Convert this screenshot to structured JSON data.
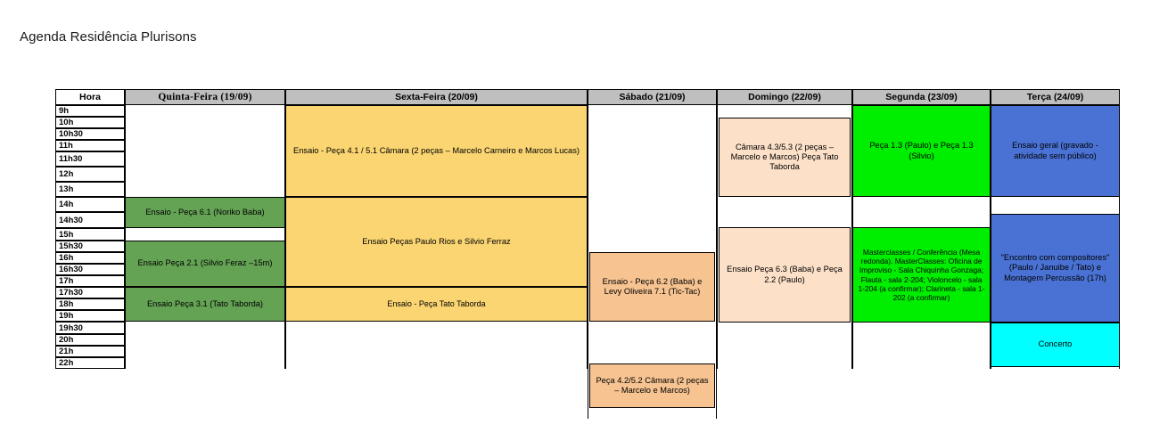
{
  "page": {
    "title": "Agenda Residência Plurisons"
  },
  "table": {
    "hora_header": "Hora",
    "columns": [
      {
        "label": "Quinta-Feira (19/09)",
        "style": "serif"
      },
      {
        "label": "Sexta-Feira (20/09)",
        "style": "sans"
      },
      {
        "label": "Sábado (21/09)",
        "style": "sans"
      },
      {
        "label": "Domingo (22/09)",
        "style": "sans"
      },
      {
        "label": "Segunda (23/09)",
        "style": "sans"
      },
      {
        "label": "Terça (24/09)",
        "style": "sans"
      }
    ],
    "times": [
      "9h",
      "10h",
      "10h30",
      "11h",
      "11h30",
      "12h",
      "13h",
      "14h",
      "14h30",
      "15h",
      "15h30",
      "16h",
      "16h30",
      "17h",
      "17h30",
      "18h",
      "19h",
      "19h30",
      "20h",
      "21h",
      "22h"
    ],
    "events": [
      {
        "id": "sexta-camara-41-51",
        "day": "Sexta-Feira (20/09)",
        "text": "Ensaio - Peça 4.1 / 5.1 Câmara (2 peças – Marcelo Carneiro e Marcos Lucas)",
        "color": "#fad572"
      },
      {
        "id": "domingo-camara-43-53",
        "day": "Domingo (22/09)",
        "text": "Câmara 4.3/5.3 (2 peças – Marcelo e Marcos) Peça Tato Taborda",
        "color": "#fce0c8"
      },
      {
        "id": "segunda-peca-13",
        "day": "Segunda (23/09)",
        "text": "Peça 1.3 (Paulo) e Peça 1.3 (Silvio)",
        "color": "#00ee00"
      },
      {
        "id": "terca-ensaio-geral",
        "day": "Terça (24/09)",
        "text": "Ensaio geral (gravado - atividade sem público)",
        "color": "#4a72d4"
      },
      {
        "id": "quinta-peca-61",
        "day": "Quinta-Feira (19/09)",
        "text": "Ensaio - Peça 6.1 (Noriko Baba)",
        "color": "#64a254"
      },
      {
        "id": "quinta-peca-21",
        "day": "Quinta-Feira (19/09)",
        "text": "Ensaio Peça 2.1 (Silvio Feraz –15m)",
        "color": "#64a254"
      },
      {
        "id": "quinta-peca-31",
        "day": "Quinta-Feira (19/09)",
        "text": "Ensaio Peça 3.1 (Tato Taborda)",
        "color": "#64a254"
      },
      {
        "id": "sexta-paulo-silvio",
        "day": "Sexta-Feira (20/09)",
        "text": "Ensaio Peças Paulo Rios e Silvio Ferraz",
        "color": "#fad572"
      },
      {
        "id": "sexta-tato-taborda",
        "day": "Sexta-Feira (20/09)",
        "text": "Ensaio - Peça Tato Taborda",
        "color": "#fad572"
      },
      {
        "id": "sabado-peca-62",
        "day": "Sábado (21/09)",
        "text": "Ensaio - Peça 6.2 (Baba) e Levy Oliveira 7.1 (Tic-Tac)",
        "color": "#f6c391"
      },
      {
        "id": "sabado-peca-42-52",
        "day": "Sábado (21/09)",
        "text": "Peça 4.2/5.2 Câmara (2 peças – Marcelo e Marcos)",
        "color": "#f6c391"
      },
      {
        "id": "domingo-peca-63",
        "day": "Domingo (22/09)",
        "text": "Ensaio Peça 6.3 (Baba) e Peça 2.2 (Paulo)",
        "color": "#fce0c8"
      },
      {
        "id": "segunda-masterclasses",
        "day": "Segunda (23/09)",
        "text": "Masterclasses / Conferência (Mesa redonda). MasterClasses: Oficina de Improviso - Sala Chiquinha Gonzaga; Flauta - sala 2-204; Violoncelo - sala 1-204 (a confirmar); Clarineta - sala 1-202 (a confirmar)",
        "color": "#00ee00"
      },
      {
        "id": "terca-encontro",
        "day": "Terça (24/09)",
        "text": "\"Encontro com compositores\" (Paulo / Januibe / Tato) e Montagem Percussão (17h)",
        "color": "#4a72d4"
      },
      {
        "id": "terca-concerto",
        "day": "Terça (24/09)",
        "text": "Concerto",
        "color": "#00ffff"
      }
    ]
  },
  "colors": {
    "header_grey": "#bfbfbf",
    "yellow": "#fad572",
    "green_dark": "#64a254",
    "green_bright": "#00ee00",
    "peach_light": "#fce0c8",
    "peach": "#f6c391",
    "blue": "#4a72d4",
    "cyan": "#00ffff",
    "border": "#000000"
  }
}
